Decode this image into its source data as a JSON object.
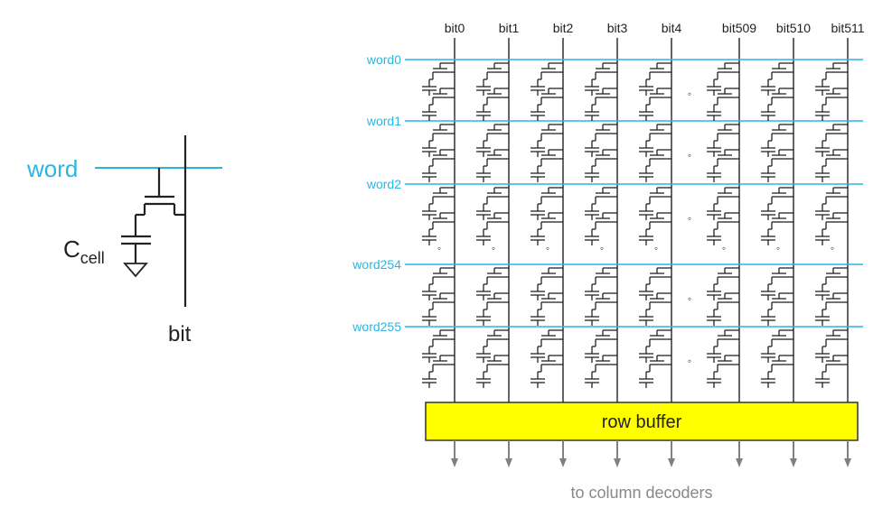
{
  "colors": {
    "word_line": "#29b6e3",
    "wire": "#222222",
    "row_buffer_fill": "#ffff00",
    "row_buffer_stroke": "#333333",
    "arrow": "#808080",
    "footer_text": "#888888"
  },
  "cell": {
    "word_label": "word",
    "cap_label_main": "C",
    "cap_label_sub": "cell",
    "bit_label": "bit",
    "icons": [
      "transistor-icon",
      "capacitor-icon",
      "ground-icon"
    ]
  },
  "array": {
    "bit_labels": [
      "bit0",
      "bit1",
      "bit2",
      "bit3",
      "bit4",
      "bit509",
      "bit510",
      "bit511"
    ],
    "word_labels": [
      "word0",
      "word1",
      "word2",
      "word254",
      "word255"
    ],
    "ellipsis_mark": "◦",
    "row_buffer_label": "row buffer",
    "footer_label": "to column decoders"
  }
}
